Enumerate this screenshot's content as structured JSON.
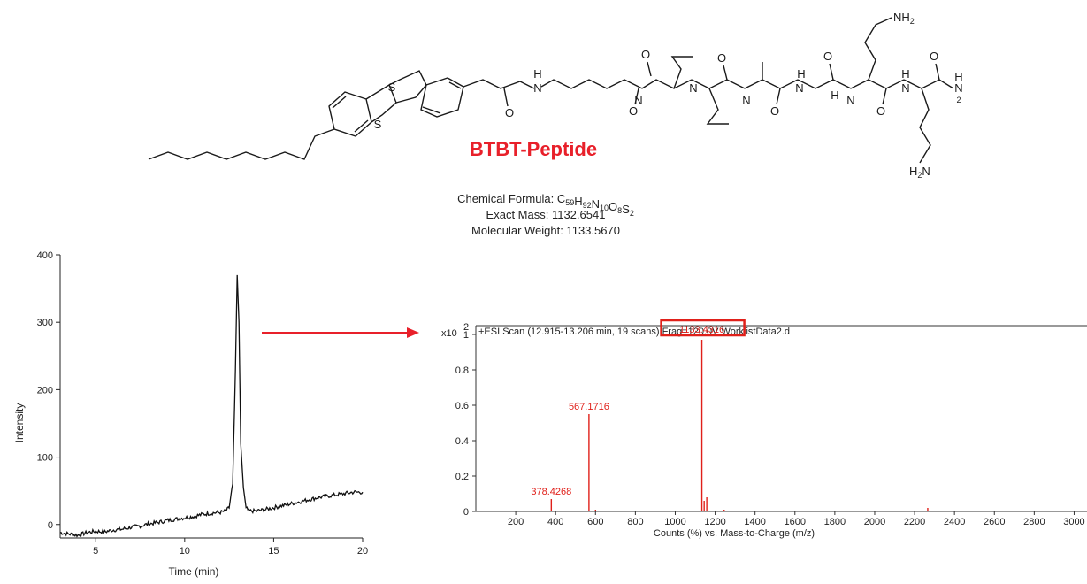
{
  "structure": {
    "name": "BTBT-Peptide",
    "name_color": "#e8202a",
    "atom_labels": {
      "thiophene_s": "S",
      "amide_n": "N",
      "amide_h": "H",
      "carbonyl_o": "O",
      "lys_nh2": "NH",
      "lys_nh2_sub": "2",
      "h2n_h": "H",
      "h2n_sub": "2",
      "h2n_n": "N",
      "terminal_n": "N",
      "terminal_h": "H",
      "terminal_sub": "2"
    },
    "formula": {
      "prefix": "Chemical Formula: ",
      "parts": [
        {
          "el": "C",
          "n": "59"
        },
        {
          "el": "H",
          "n": "92"
        },
        {
          "el": "N",
          "n": "10"
        },
        {
          "el": "O",
          "n": "8"
        },
        {
          "el": "S",
          "n": "2"
        }
      ]
    },
    "exact_mass": "Exact Mass: 1132.6541",
    "molecular_weight": "Molecular Weight: 1133.5670"
  },
  "chart_data": [
    {
      "type": "line",
      "title": "",
      "xlabel": "Time (min)",
      "ylabel": "Intensity",
      "xlim": [
        3,
        20
      ],
      "ylim": [
        -20,
        400
      ],
      "xticks": [
        5,
        10,
        15,
        20
      ],
      "yticks": [
        0,
        100,
        200,
        300,
        400
      ],
      "grid": false,
      "line_color": "#111111",
      "series": [
        {
          "x": [
            3.0,
            3.5,
            4.0,
            4.5,
            5.0,
            5.5,
            6.0,
            6.5,
            7.0,
            7.5,
            8.0,
            8.5,
            9.0,
            9.5,
            10.0,
            10.5,
            11.0,
            11.5,
            12.0,
            12.3,
            12.5,
            12.7,
            12.85,
            12.95,
            13.05,
            13.15,
            13.3,
            13.45,
            13.6,
            14.0,
            14.5,
            15.0,
            15.5,
            16.0,
            16.5,
            17.0,
            17.5,
            18.0,
            18.5,
            19.0,
            19.5,
            20.0
          ],
          "y": [
            -12,
            -14,
            -16,
            -12,
            -10,
            -11,
            -8,
            -7,
            -4,
            -2,
            1,
            3,
            6,
            8,
            10,
            12,
            15,
            17,
            18,
            20,
            25,
            60,
            230,
            370,
            300,
            120,
            55,
            25,
            20,
            20,
            22,
            25,
            28,
            31,
            34,
            37,
            40,
            42,
            44,
            46,
            48,
            48
          ]
        }
      ],
      "noise_amplitude": 3
    },
    {
      "type": "bar",
      "title": "+ESI Scan (12.915-13.206 min, 19 scans) Frag=120.0V WorklistData2.d",
      "xlabel": "Counts (%) vs. Mass-to-Charge (m/z)",
      "ylabel": "",
      "y_multiplier": "x10",
      "y_multiplier_exp": "2",
      "xlim": [
        0,
        3100
      ],
      "ylim": [
        0,
        1.05
      ],
      "xticks": [
        200,
        400,
        600,
        800,
        1000,
        1200,
        1400,
        1600,
        1800,
        2000,
        2200,
        2400,
        2600,
        2800,
        3000
      ],
      "yticks": [
        0,
        0.2,
        0.4,
        0.6,
        0.8,
        1
      ],
      "ytick_labels": [
        "0",
        "0.2",
        "0.4",
        "0.6",
        "0.8",
        "1"
      ],
      "grid": false,
      "bar_color": "#e0201a",
      "peaks": [
        {
          "mz": 378.4268,
          "value": 0.07,
          "label": "378.4268"
        },
        {
          "mz": 567.1716,
          "value": 0.55,
          "label": "567.1716"
        },
        {
          "mz": 1133.4316,
          "value": 0.97,
          "label": "1133.4316",
          "boxed": true
        },
        {
          "mz": 1145,
          "value": 0.06
        },
        {
          "mz": 1158,
          "value": 0.08
        },
        {
          "mz": 2266,
          "value": 0.02
        },
        {
          "mz": 600,
          "value": 0.01
        },
        {
          "mz": 1245,
          "value": 0.01
        }
      ],
      "highlight_box_color": "#e0201a"
    }
  ],
  "arrow_color": "#e8202a"
}
